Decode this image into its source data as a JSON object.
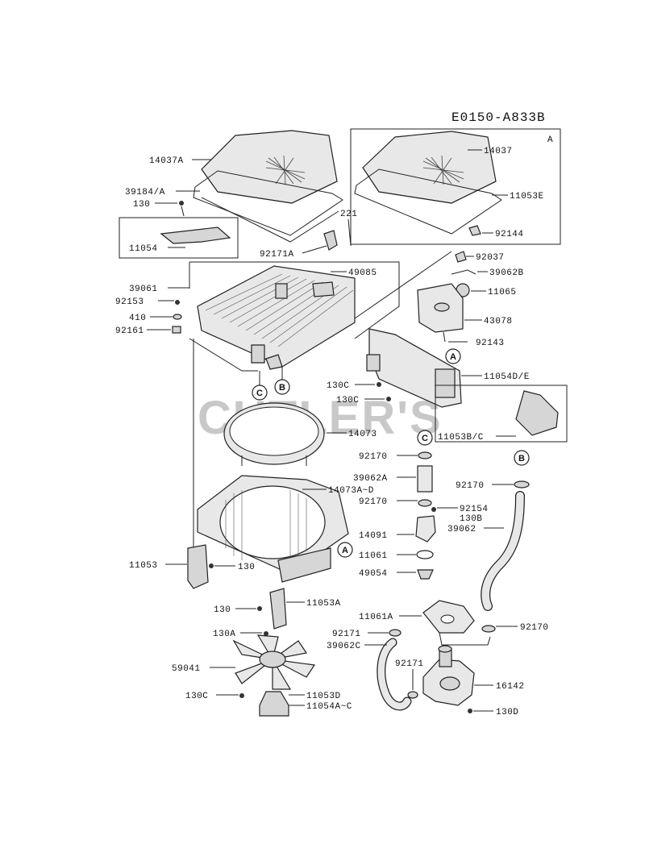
{
  "diagram_code": "E0150-A833B",
  "watermark": "CUTLER'S",
  "refs": {
    "a": "A",
    "b": "B",
    "c": "C"
  },
  "parts": {
    "p14037A": "14037A",
    "p39184A": "39184/A",
    "p130": "130",
    "p11054": "11054",
    "p221": "221",
    "p92171A": "92171A",
    "p49085": "49085",
    "p39061": "39061",
    "p92153": "92153",
    "p410": "410",
    "p92161": "92161",
    "p14037": "14037",
    "p11053E": "11053E",
    "p92144": "92144",
    "p92037": "92037",
    "p39062B": "39062B",
    "p11065": "11065",
    "p43078": "43078",
    "p92143": "92143",
    "p130C_a": "130C",
    "p130C_b": "130C",
    "p11054DE": "11054D/E",
    "p11053BC": "11053B/C",
    "p14073": "14073",
    "p14073AD": "14073A~D",
    "p92170_a": "92170",
    "p39062A": "39062A",
    "p92170_b": "92170",
    "p92154": "92154",
    "p130B": "130B",
    "p14091": "14091",
    "p11061": "11061",
    "p49054": "49054",
    "p92170_c": "92170",
    "p39062": "39062",
    "p11053": "11053",
    "p130_b": "130",
    "p130_c": "130",
    "p11053A": "11053A",
    "p130A": "130A",
    "p59041": "59041",
    "p130C_c": "130C",
    "p11053D": "11053D",
    "p11054AC": "11054A~C",
    "p11061A": "11061A",
    "p92171_a": "92171",
    "p39062C": "39062C",
    "p92171_b": "92171",
    "p92170_d": "92170",
    "p16142": "16142",
    "p130D": "130D"
  }
}
